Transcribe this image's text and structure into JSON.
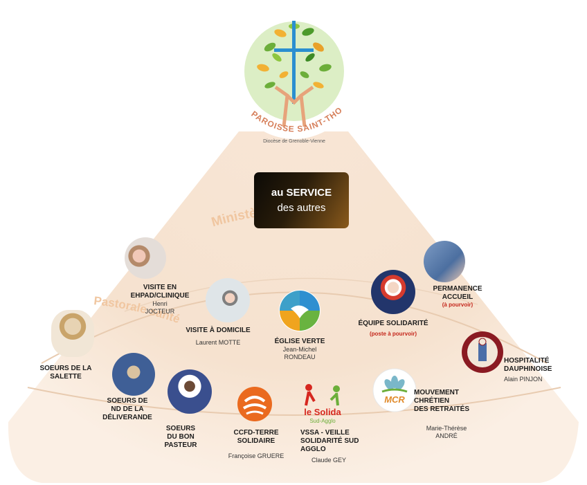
{
  "logo": {
    "name": "PAROISSE SAINT-THOMAS",
    "diocese": "Diocèse de Grenoble-Vienne"
  },
  "center": {
    "line1": "au SERVICE",
    "line2": "des autres"
  },
  "arcs": {
    "outer": "Ministère & mission",
    "inner": "Pastorale santé"
  },
  "nodes": {
    "visite_ehpad": {
      "title1": "VISITE EN",
      "title2": "EHPAD/CLINIQUE",
      "person1": "Henri",
      "person2": "JOCTEUR"
    },
    "visite_domicile": {
      "title": "VISITE À DOMICILE",
      "person": "Laurent MOTTE"
    },
    "eglise_verte": {
      "title": "ÉGLISE VERTE",
      "person1": "Jean-Michel",
      "person2": "RONDEAU"
    },
    "equipe_solidarite": {
      "title": "ÉQUIPE SOLIDARITÉ",
      "note": "(poste à pourvoir)"
    },
    "permanence_accueil": {
      "title1": "PERMANENCE",
      "title2": "ACCUEIL",
      "note": "(à pourvoir)"
    },
    "hospitalite": {
      "title1": "HOSPITALITÉ",
      "title2": "DAUPHINOISE",
      "person": "Alain PINJON"
    },
    "mcr": {
      "title1": "MOUVEMENT",
      "title2": "CHRÉTIEN",
      "title3": "DES RETRAITÉS",
      "person1": "Marie-Thérèse",
      "person2": "ANDRÉ",
      "logo_text": "MCR"
    },
    "vssa": {
      "title1": "VSSA - VEILLE",
      "title2": "SOLIDARITÉ SUD",
      "title3": "AGGLO",
      "person": "Claude GEY",
      "logo_text": "le Solida",
      "logo_sub": "Sud-Agglo"
    },
    "ccfd": {
      "title1": "CCFD-TERRE",
      "title2": "SOLIDAIRE",
      "person": "Françoise GRUERE"
    },
    "soeurs_bon_pasteur": {
      "title1": "SOEURS",
      "title2": "DU BON",
      "title3": "PASTEUR"
    },
    "soeurs_nd": {
      "title1": "SOEURS DE",
      "title2": "ND DE LA",
      "title3": "DÉLIVERANDE"
    },
    "soeurs_salette": {
      "title1": "SOEURS DE LA",
      "title2": "SALETTE"
    }
  },
  "colors": {
    "fan": "#f6e3d1",
    "fan_light": "#fbf1e7",
    "arc_text": "#f1c9a4",
    "accent_red": "#c4261b",
    "logo_green": "#6cae3a",
    "logo_blue": "#2b8fd0"
  }
}
